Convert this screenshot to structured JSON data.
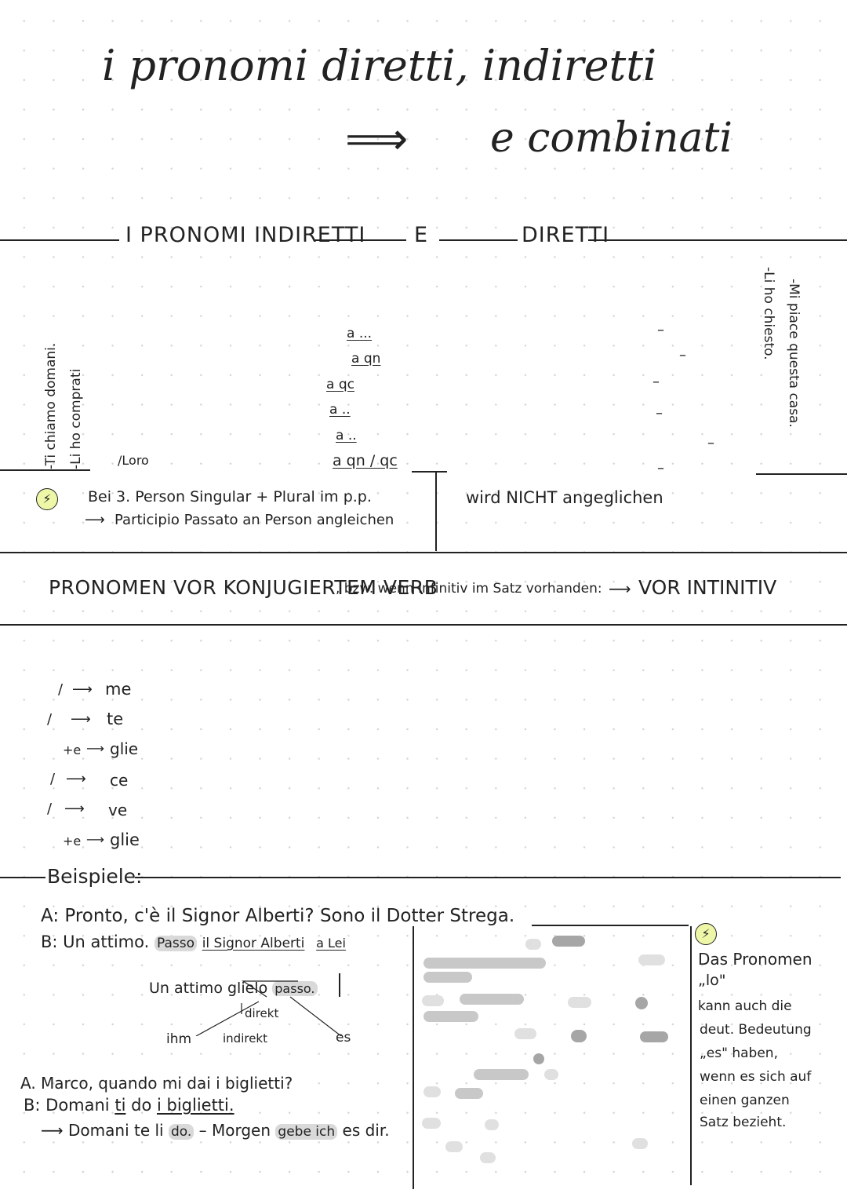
{
  "title": {
    "line1": "i pronomi diretti, indiretti",
    "arrow": "⟹",
    "line2": "e combinati"
  },
  "section1": {
    "header_left": "I PRONOMI INDIRETTI",
    "header_mid": "E",
    "header_right": "DIRETTI",
    "indirect_forms": [
      "a ...",
      "a qn",
      "a qc",
      "a ..",
      "a ..",
      "a qn / qc"
    ],
    "loro": "/Loro",
    "rotated_left_1": "-Ti chiamo domani.",
    "rotated_left_2": "-Li ho comprati",
    "rotated_right_1": "-Mi piace questa casa.",
    "rotated_right_2": "-Li ho chiesto.",
    "direct_dashes": [
      "–",
      "–",
      "–",
      "–",
      "–",
      "–"
    ],
    "note_left_line1": "Bei 3. Person Singular + Plural im p.p.",
    "note_left_line2": "Participio Passato an Person angleichen",
    "note_right": "wird NICHT angeglichen"
  },
  "rule": {
    "main": "PRONOMEN VOR KONJUGIERTEM VERB",
    "connector": ", bzw. wenn Infinitiv im Satz vorhanden:",
    "arrow": "⟶",
    "end": "VOR INTINITIV"
  },
  "combined": [
    {
      "from": "/",
      "to": "me"
    },
    {
      "from": "/",
      "to": "te"
    },
    {
      "from": "+e",
      "to": "glie"
    },
    {
      "from": "/",
      "to": "ce"
    },
    {
      "from": "/",
      "to": "ve"
    },
    {
      "from": "+e",
      "to": "glie"
    }
  ],
  "examples": {
    "heading": "Beispiele:",
    "a1": "A: Pronto, c'è il Signor Alberti? Sono il Dotter Strega.",
    "b1_pre": "B: Un attimo.",
    "b1_passo": "Passo",
    "b1_obj": "il Signor Alberti",
    "b1_lei": "a Lei",
    "combo_pre": "Un attimo",
    "combo_glielo": "glielo",
    "combo_passo": "passo.",
    "direkt": "direkt",
    "ihm": "ihm",
    "indirekt": "indirekt",
    "es": "es",
    "a2": "A. Marco, quando mi dai i biglietti?",
    "b2_pre": "B: Domani",
    "b2_ti": "ti",
    "b2_do": "do",
    "b2_obj": "i biglietti.",
    "c2_pre": "Domani te li",
    "c2_do": "do.",
    "c2_mid": "– Morgen",
    "c2_gebe": "gebe ich",
    "c2_end": "es dir."
  },
  "side_note": {
    "line1": "Das Pronomen",
    "line2": "„lo\"",
    "line3": "kann auch die",
    "line4": "deut. Bedeutung",
    "line5": "„es\" haben,",
    "line6": "wenn es sich auf",
    "line7": "einen ganzen",
    "line8": "Satz bezieht."
  },
  "colors": {
    "ink": "#222222",
    "highlight": "#d9d9d9",
    "warning_fill": "#eef7a8"
  },
  "icons": [
    "lightning-icon"
  ]
}
